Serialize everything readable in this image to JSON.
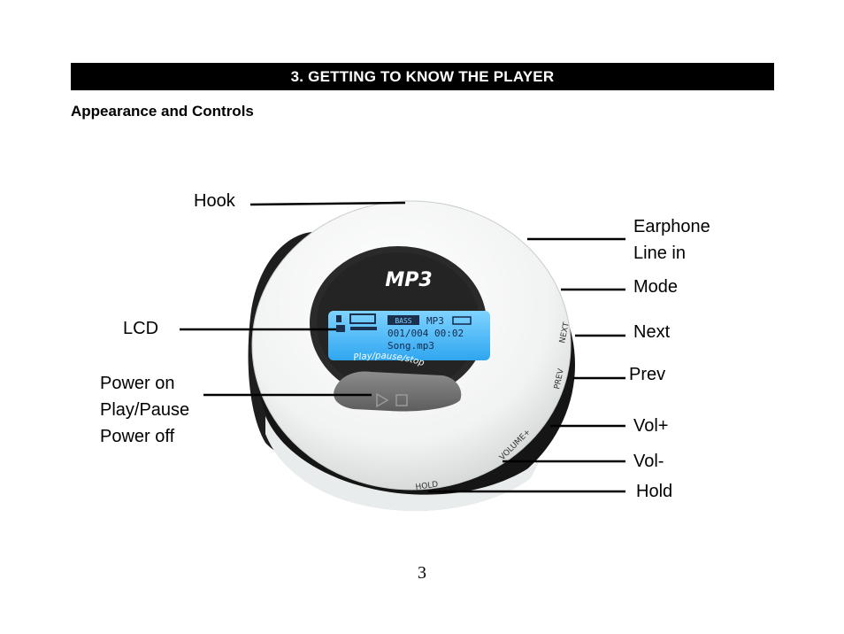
{
  "section": {
    "title": "3. GETTING TO KNOW THE PLAYER"
  },
  "subheading": "Appearance and Controls",
  "device": {
    "logo": "MP3",
    "lcd": {
      "bass": "BASS",
      "format": "MP3",
      "track_time": "001/004 00:02",
      "song": "Song.mp3"
    },
    "play_ring_text": "Play/pause/stop",
    "side_labels": {
      "next": "NEXT",
      "prev": "PREV",
      "volume": "VOLUME+",
      "hold": "HOLD"
    }
  },
  "callouts": {
    "hook": "Hook",
    "earphone": "Earphone",
    "line_in": "Line in",
    "mode": "Mode",
    "lcd": "LCD",
    "next": "Next",
    "prev": "Prev",
    "power_on": "Power on",
    "play_pause": "Play/Pause",
    "power_off": "Power off",
    "vol_plus": "Vol+",
    "vol_minus": "Vol-",
    "hold": "Hold"
  },
  "page_number": "3"
}
